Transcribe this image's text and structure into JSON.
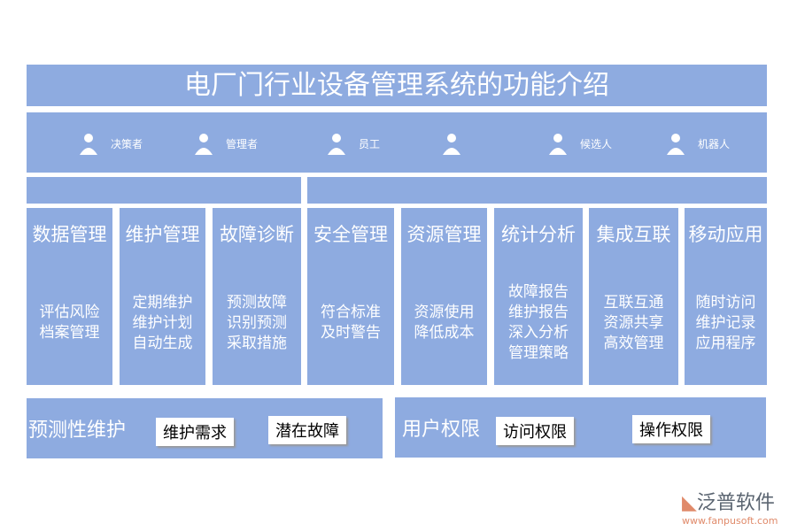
{
  "title": "电厂门行业设备管理系统的功能介绍",
  "roles": [
    {
      "icon": "decision-maker-icon",
      "label": "决策者"
    },
    {
      "icon": "manager-icon",
      "label": "管理者"
    },
    {
      "icon": "staff-icon",
      "label": "员工"
    },
    {
      "icon": "search-people-icon",
      "label": ""
    },
    {
      "icon": "id-card-icon",
      "label": "候选人"
    },
    {
      "icon": "robot-chef-icon",
      "label": "机器人"
    }
  ],
  "columns": [
    {
      "title": "数据管理",
      "lines": "评估风险\n档案管理"
    },
    {
      "title": "维护管理",
      "lines": "定期维护\n维护计划\n自动生成"
    },
    {
      "title": "故障诊断",
      "lines": "预测故障\n识别预测\n采取措施"
    },
    {
      "title": "安全管理",
      "lines": "符合标准\n及时警告"
    },
    {
      "title": "资源管理",
      "lines": "资源使用\n降低成本"
    },
    {
      "title": "统计分析",
      "lines": "故障报告\n维护报告\n深入分析\n管理策略"
    },
    {
      "title": "集成互联",
      "lines": "互联互通\n资源共享\n高效管理"
    },
    {
      "title": "移动应用",
      "lines": "随时访问\n维护记录\n应用程序"
    }
  ],
  "bottom_left": {
    "label": "预测性维护",
    "buttons": [
      "维护需求",
      "潜在故障"
    ]
  },
  "bottom_right": {
    "label": "用户权限",
    "buttons": [
      "访问权限",
      "操作权限"
    ]
  },
  "logo": {
    "name": "泛普软件",
    "url": "www.fanpusoft.com"
  },
  "colors": {
    "block": "#8eabe0"
  }
}
